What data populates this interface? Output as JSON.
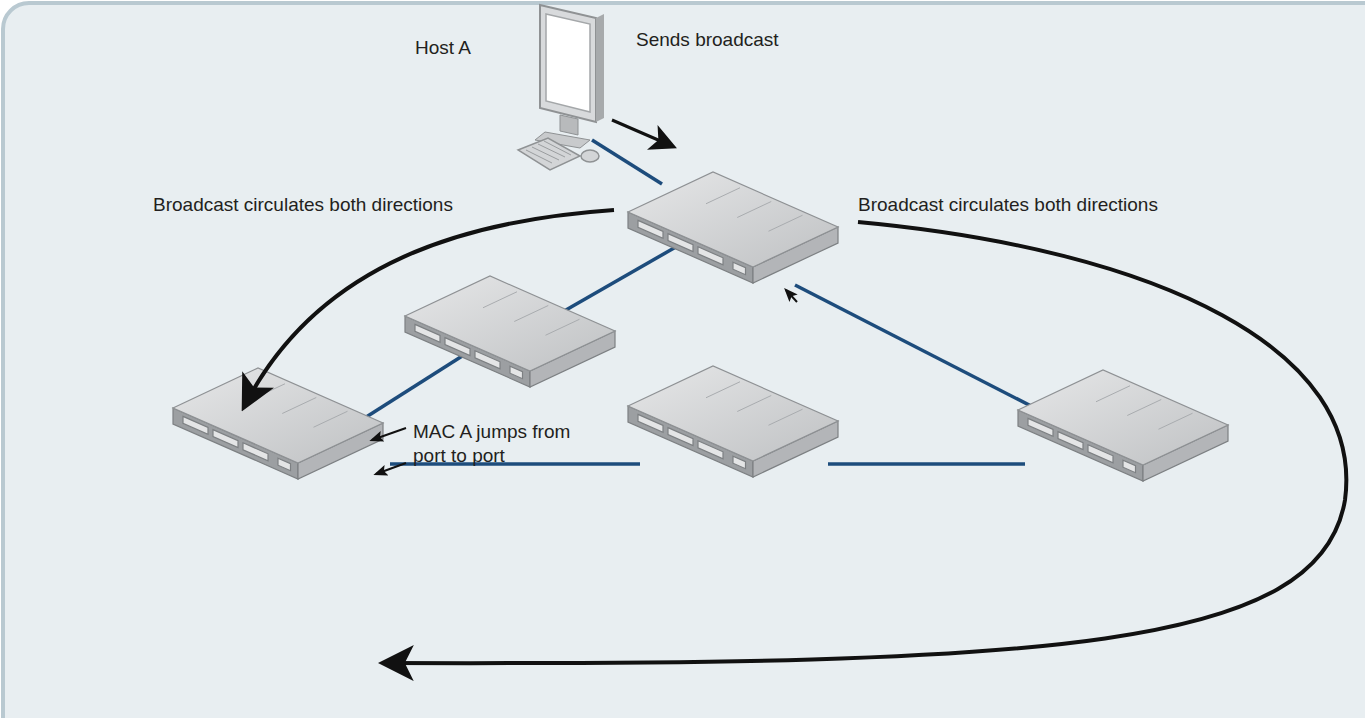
{
  "diagram": {
    "labels": [
      "Host A",
      "Sends broadcast",
      "Broadcast circulates both directions",
      "Broadcast circulates both directions",
      "MAC A jumps from port to port"
    ]
  }
}
